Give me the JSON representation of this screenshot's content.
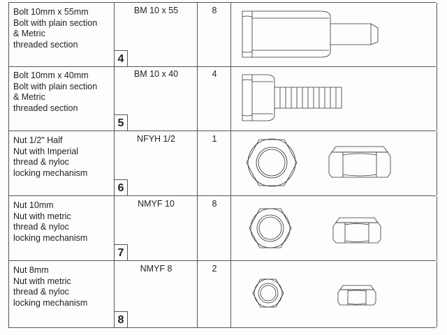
{
  "items": [
    {
      "number": "4",
      "description": "Bolt 10mm x 55mm\nBolt with plain section\n& Metric\nthreaded section",
      "code": "BM 10 x 55",
      "quantity": "8",
      "drawing": "bolt-long"
    },
    {
      "number": "5",
      "description": "Bolt 10mm x 40mm\nBolt with plain section\n& Metric\nthreaded section",
      "code": "BM 10 x 40",
      "quantity": "4",
      "drawing": "bolt-short"
    },
    {
      "number": "6",
      "description": "Nut 1/2\" Half\nNut with Imperial\nthread & nyloc\nlocking mechanism",
      "code": "NFYH 1/2",
      "quantity": "1",
      "drawing": "nut-large"
    },
    {
      "number": "7",
      "description": "Nut 10mm\nNut with metric\nthread & nyloc\nlocking mechanism",
      "code": "NMYF 10",
      "quantity": "8",
      "drawing": "nut-medium"
    },
    {
      "number": "8",
      "description": "Nut 8mm\nNut with metric\nthread & nyloc\nlocking mechanism",
      "code": "NMYF 8",
      "quantity": "2",
      "drawing": "nut-small"
    }
  ]
}
